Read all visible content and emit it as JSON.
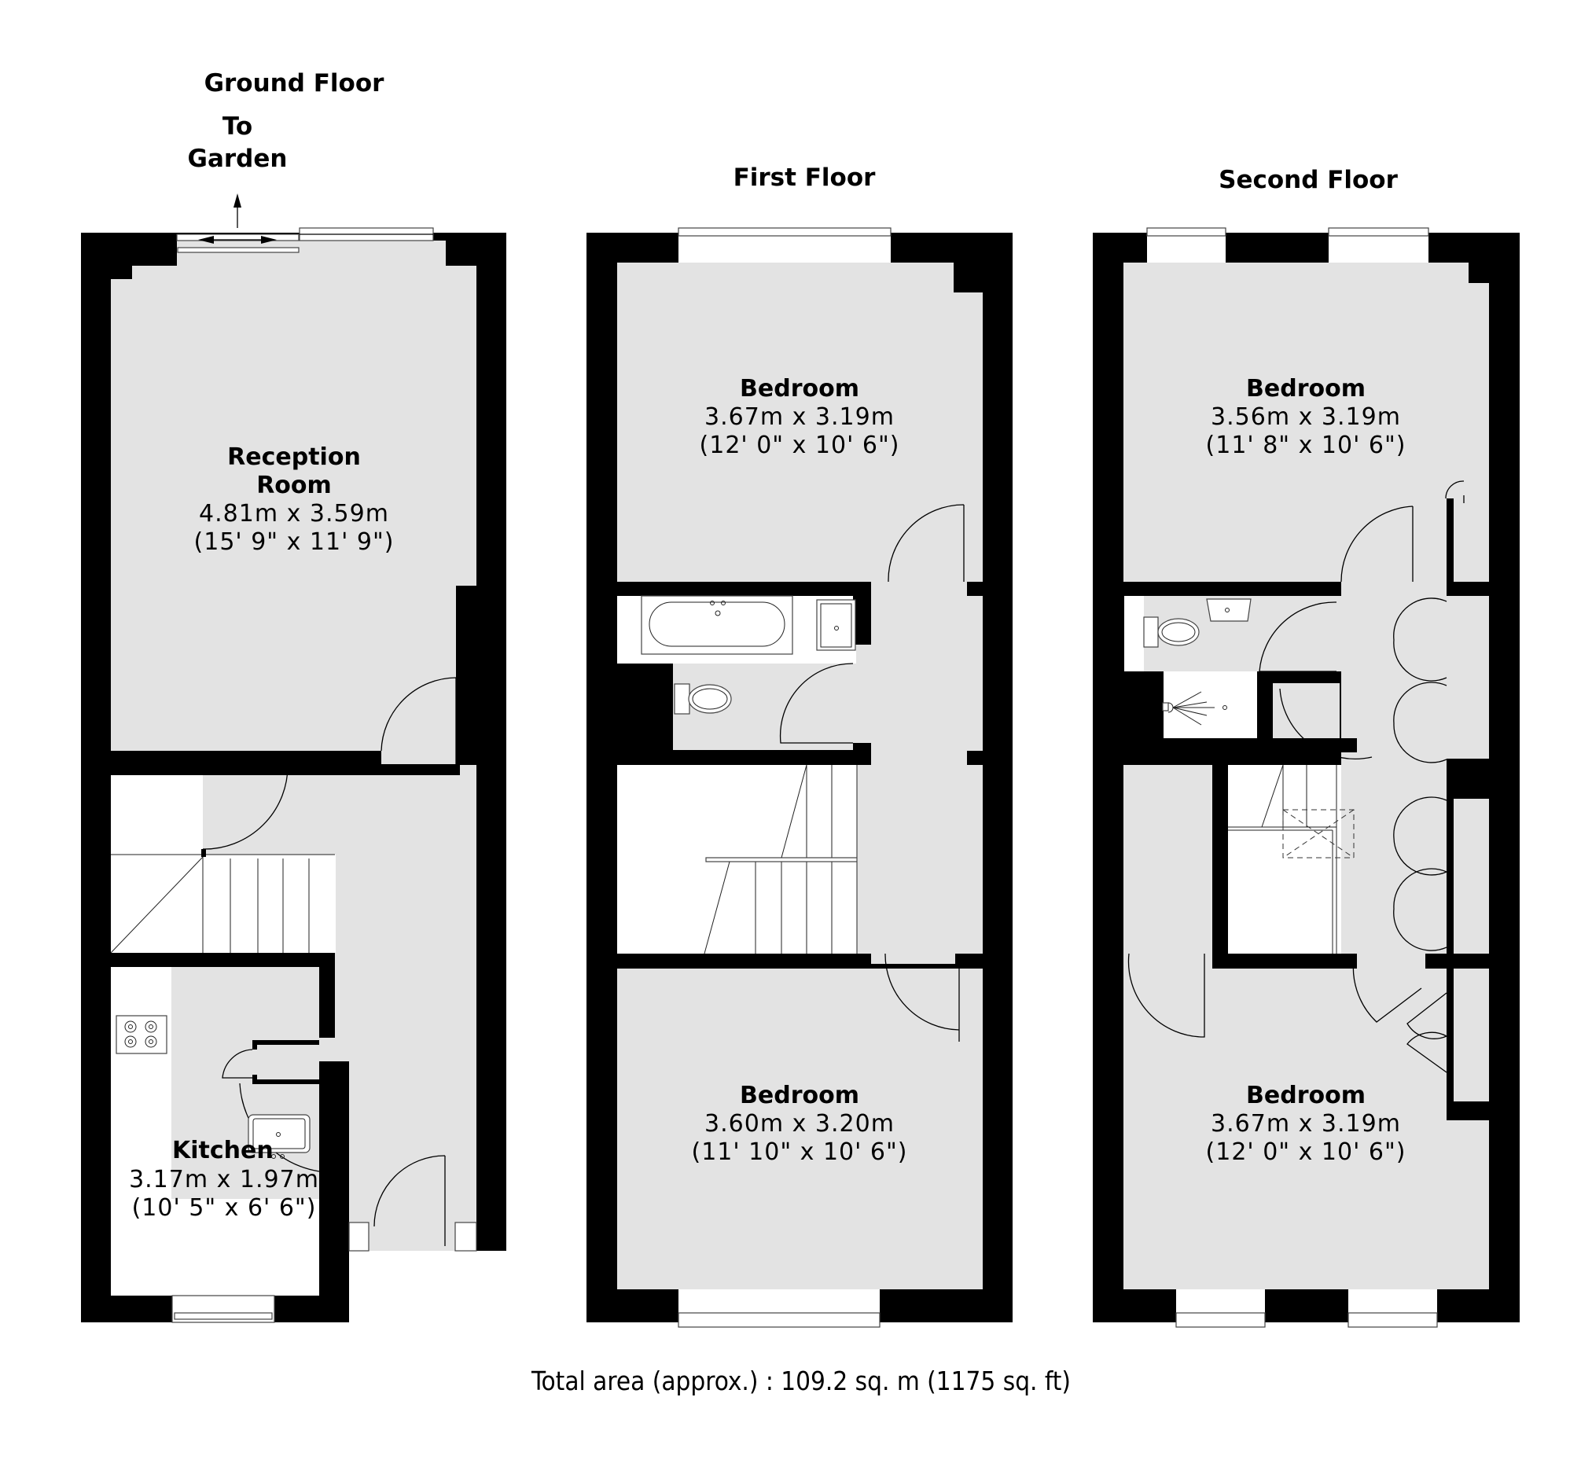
{
  "plan": {
    "total_area": "Total area (approx.) : 109.2 sq. m (1175 sq. ft)",
    "colors": {
      "wall": "#000000",
      "floor": "#e3e3e3",
      "background": "#ffffff"
    }
  },
  "floors": [
    {
      "title": "Ground Floor",
      "annotation": {
        "line1": "To",
        "line2": "Garden",
        "icon": "arrow-up-icon"
      },
      "rooms": [
        {
          "name_line1": "Reception",
          "name_line2": "Room",
          "metric": "4.81m x 3.59m",
          "imperial": "(15' 9\" x 11' 9\")"
        },
        {
          "name": "Kitchen",
          "metric": "3.17m x 1.97m",
          "imperial": "(10' 5\" x 6' 6\")"
        }
      ]
    },
    {
      "title": "First Floor",
      "rooms": [
        {
          "name": "Bedroom",
          "metric": "3.67m x 3.19m",
          "imperial": "(12' 0\" x 10' 6\")"
        },
        {
          "name": "Bedroom",
          "metric": "3.60m x 3.20m",
          "imperial": "(11' 10\" x 10' 6\")"
        }
      ]
    },
    {
      "title": "Second Floor",
      "rooms": [
        {
          "name": "Bedroom",
          "metric": "3.56m x 3.19m",
          "imperial": "(11' 8\" x 10' 6\")"
        },
        {
          "name": "Bedroom",
          "metric": "3.67m x 3.19m",
          "imperial": "(12' 0\" x 10' 6\")"
        }
      ]
    }
  ]
}
